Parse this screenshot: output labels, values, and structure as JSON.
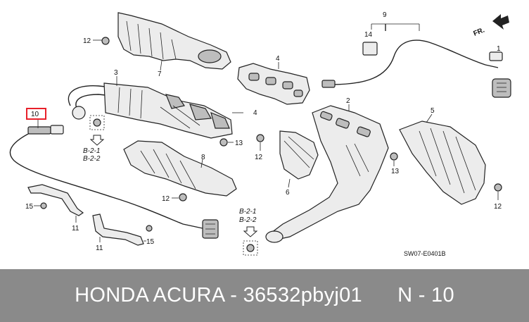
{
  "diagram": {
    "callouts": {
      "p1": "1",
      "p2": "2",
      "p3": "3",
      "p4a": "4",
      "p4b": "4",
      "p5": "5",
      "p6": "6",
      "p7": "7",
      "p8": "8",
      "p9": "9",
      "p10": "10",
      "p11a": "11",
      "p11b": "11",
      "p12a": "12",
      "p12b": "12",
      "p12c": "12",
      "p12d": "12",
      "p13a": "13",
      "p13b": "13",
      "p14": "14",
      "p15a": "15",
      "p15b": "15"
    },
    "references": {
      "r1a": "B-2-1",
      "r1b": "B-2-2",
      "r2a": "B-2-1",
      "r2b": "B-2-2"
    },
    "direction_label": "FR.",
    "drawing_code": "SW07-E0401B"
  },
  "footer": {
    "text": "HONDA ACURA - 36532pbyj01      N - 10"
  },
  "colors": {
    "footer_bg": "#8a8a8a",
    "highlight": "#e8202a"
  }
}
